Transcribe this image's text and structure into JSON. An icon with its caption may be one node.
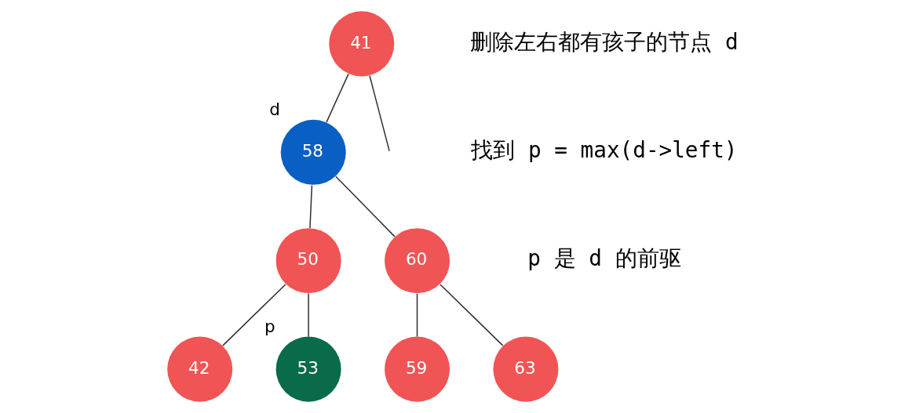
{
  "diagram": {
    "nodes": [
      {
        "text": [
          "41"
        ]
      },
      {
        "text": [
          "58"
        ],
        "beside": [
          "d"
        ]
      },
      {
        "text": [
          "50"
        ]
      },
      {
        "text": [
          "60"
        ]
      },
      {
        "text": [
          "42"
        ]
      },
      {
        "text": [
          "53"
        ],
        "beside": [
          "p"
        ]
      },
      {
        "text": [
          "59"
        ]
      },
      {
        "text": [
          "63"
        ]
      }
    ],
    "edges": [
      {
        "from": 0,
        "to": null,
        "arrow": "none"
      },
      {
        "from": 0,
        "to": 1,
        "arrow": "none"
      },
      {
        "from": 1,
        "to": 2,
        "arrow": "none"
      },
      {
        "from": 1,
        "to": 3,
        "arrow": "none"
      },
      {
        "from": 2,
        "to": 4,
        "arrow": "none"
      },
      {
        "from": 2,
        "to": 5,
        "arrow": "none"
      },
      {
        "from": 3,
        "to": 6,
        "arrow": "none"
      },
      {
        "from": 3,
        "to": 7,
        "arrow": "none"
      }
    ],
    "labels": [
      "删除左右都有孩子的节点 d",
      "找到 p = max(d->left)",
      "p 是 d 的前驱"
    ]
  }
}
